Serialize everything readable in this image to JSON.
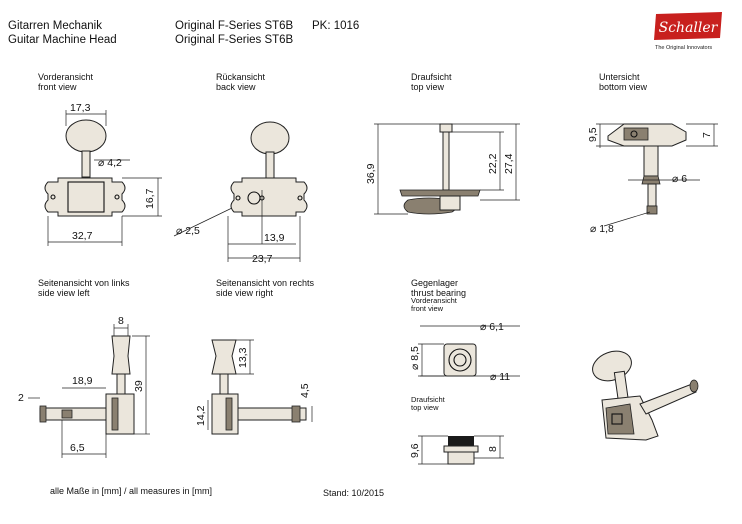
{
  "header": {
    "title_de": "Gitarren Mechanik",
    "title_en": "Guitar Machine Head",
    "product_line_1": "Original F-Series ST6B",
    "product_line_2": "Original F-Series ST6B",
    "pk": "PK: 1016",
    "logo_text": "Schaller",
    "logo_tagline": "The Original Innovators",
    "logo_color": "#c8201e"
  },
  "views": {
    "front": {
      "de": "Vorderansicht",
      "en": "front view"
    },
    "back": {
      "de": "Rückansicht",
      "en": "back view"
    },
    "top": {
      "de": "Draufsicht",
      "en": "top view"
    },
    "bottom": {
      "de": "Untersicht",
      "en": "bottom view"
    },
    "side_left": {
      "de": "Seitenansicht von links",
      "en": "side view left"
    },
    "side_right": {
      "de": "Seitenansicht von rechts",
      "en": "side view right"
    },
    "bearing": {
      "de": "Gegenlager",
      "en": "thrust bearing",
      "sub_de": "Vorderansicht",
      "sub_en": "front view"
    },
    "bearing_top": {
      "de": "Draufsicht",
      "en": "top view"
    }
  },
  "dimensions": {
    "front_width_top": "17,3",
    "front_shaft_dia": "⌀ 4,2",
    "front_height": "16,7",
    "front_width": "32,7",
    "back_hole_dia": "⌀ 2,5",
    "back_offset": "13,9",
    "back_width": "23,7",
    "top_total": "36,9",
    "top_a": "22,2",
    "top_b": "27,4",
    "bottom_a": "9,5",
    "bottom_b": "7",
    "bottom_dia": "⌀ 6",
    "bottom_small_dia": "⌀ 1,8",
    "left_knob_w": "8",
    "left_len": "18,9",
    "left_height": "39",
    "left_post": "2",
    "left_base": "6,5",
    "right_knob": "13,3",
    "right_a": "4,5",
    "right_b": "14,2",
    "bearing_inner": "⌀ 6,1",
    "bearing_height": "⌀ 8,5",
    "bearing_outer": "⌀ 11",
    "bearing_top_h": "9,6",
    "bearing_top_w": "8"
  },
  "footer": {
    "units": "alle Maße in [mm] / all measures in [mm]",
    "stand": "Stand: 10/2015"
  }
}
